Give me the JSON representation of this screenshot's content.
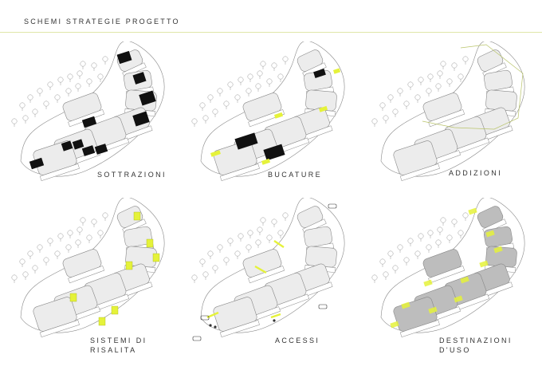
{
  "header": {
    "title": "SCHEMI STRATEGIE PROGETTO"
  },
  "colors": {
    "highlight": "#e5f23a",
    "solid": "#111111",
    "mass": "#ececec",
    "line": "#888888",
    "rule": "#dfe6a8"
  },
  "panels": [
    {
      "id": "sottrazioni",
      "label": "SOTTRAZIONI",
      "overlay": "solid"
    },
    {
      "id": "bucature",
      "label": "BUCATURE",
      "overlay": "holes"
    },
    {
      "id": "addizioni",
      "label": "ADDIZIONI",
      "overlay": "outline"
    },
    {
      "id": "risalita",
      "label_line1": "SISTEMI DI",
      "label_line2": "RISALITA",
      "overlay": "cores"
    },
    {
      "id": "accessi",
      "label": "ACCESSI",
      "overlay": "arrows"
    },
    {
      "id": "destinazioni",
      "label_line1": "DESTINAZIONI",
      "label_line2": "D'USO",
      "overlay": "zones"
    }
  ]
}
